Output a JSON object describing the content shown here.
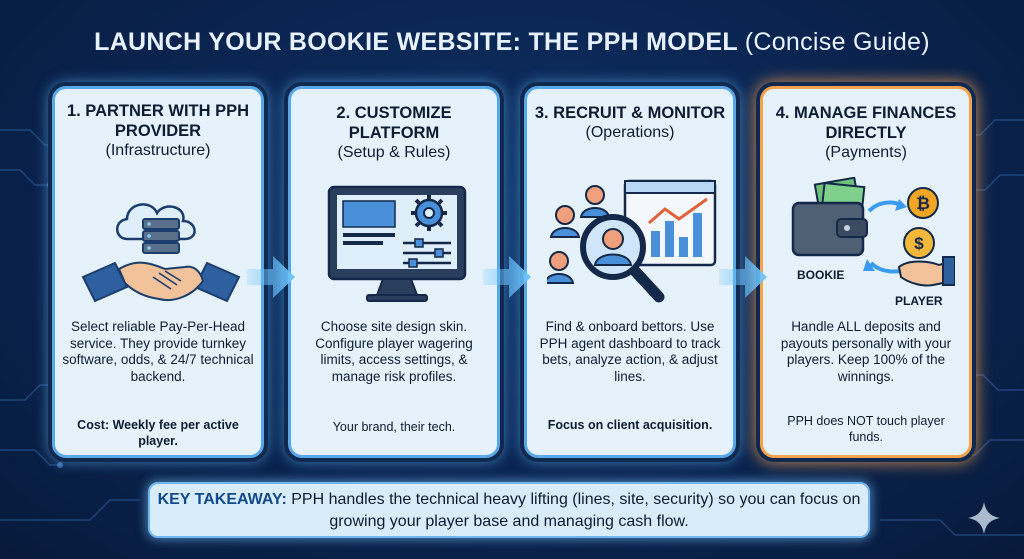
{
  "title": {
    "main": "LAUNCH YOUR BOOKIE WEBSITE: THE PPH MODEL",
    "sub": "(Concise Guide)"
  },
  "steps": [
    {
      "heading": "1. PARTNER WITH PPH PROVIDER",
      "subheading": "(Infrastructure)",
      "body": "Select reliable Pay-Per-Head service. They provide turnkey software, odds, & 24/7 technical backend.",
      "note": "Cost: Weekly fee per active player.",
      "icons": [
        "cloud-server-icon",
        "handshake-icon"
      ]
    },
    {
      "heading": "2. CUSTOMIZE PLATFORM",
      "subheading": "(Setup & Rules)",
      "body": "Choose site design skin. Configure player wagering limits, access settings, & manage risk profiles.",
      "note": "Your brand, their tech.",
      "icons": [
        "monitor-settings-icon"
      ]
    },
    {
      "heading": "3. RECRUIT & MONITOR",
      "subheading": "(Operations)",
      "body": "Find & onboard bettors. Use PPH agent dashboard to track bets, analyze action, & adjust lines.",
      "note": "Focus on client acquisition.",
      "icons": [
        "magnifier-users-icon",
        "dashboard-chart-icon"
      ]
    },
    {
      "heading": "4. MANAGE FINANCES DIRECTLY",
      "subheading": "(Payments)",
      "body": "Handle ALL deposits and payouts personally with your players. Keep 100% of the winnings.",
      "note": "PPH does NOT touch player funds.",
      "labels": {
        "bookie": "BOOKIE",
        "player": "PLAYER"
      },
      "icons": [
        "wallet-icon",
        "bitcoin-icon",
        "dollar-coin-icon",
        "hand-icon"
      ]
    }
  ],
  "takeaway": {
    "label": "KEY TAKEAWAY:",
    "text": "PPH handles the technical heavy lifting (lines, site, security) so you can focus on growing your player base and managing cash flow."
  },
  "colors": {
    "background": "#0a2450",
    "card": "#e6f2fb",
    "glow_blue": "#58a8e8",
    "glow_orange": "#f4a24e",
    "arrow": "#6cc3ff"
  }
}
